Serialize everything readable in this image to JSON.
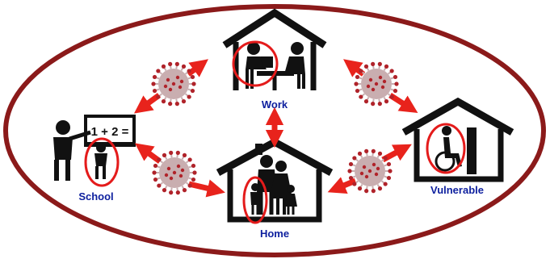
{
  "colors": {
    "ellipse": "#8b1a1a",
    "arrow": "#e8231c",
    "highlight": "#e41b1b",
    "label": "#0d1f9e",
    "icon": "#111111",
    "virus": "#c9aeb0",
    "virus_spike": "#b0232a"
  },
  "nodes": {
    "work": {
      "label": "Work",
      "icon": "office-desk-icon"
    },
    "school": {
      "label": "School",
      "icon": "teacher-blackboard-icon",
      "board_text": "1 + 2 ="
    },
    "home": {
      "label": "Home",
      "icon": "family-house-icon"
    },
    "vulnerable": {
      "label": "Vulnerable",
      "icon": "wheelchair-house-icon"
    }
  },
  "links": [
    {
      "from": "work",
      "to": "school",
      "virus": true
    },
    {
      "from": "work",
      "to": "vulnerable",
      "virus": true
    },
    {
      "from": "work",
      "to": "home",
      "virus": false
    },
    {
      "from": "school",
      "to": "home",
      "virus": true
    },
    {
      "from": "home",
      "to": "vulnerable",
      "virus": true
    }
  ]
}
